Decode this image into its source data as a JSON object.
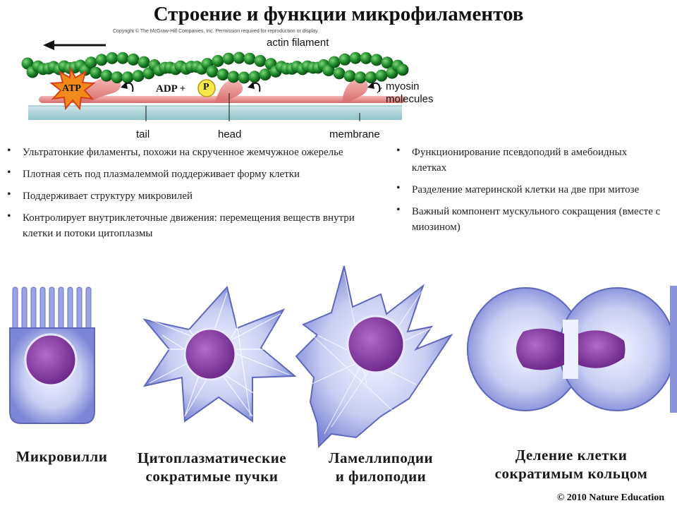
{
  "title": "Строение и функции микрофиламентов",
  "copyright": "Copyright © The McGraw-Hill Companies, Inc. Permission required for reproduction or display.",
  "diagram": {
    "actin_filament": "actin filament",
    "myosin": "myosin",
    "molecules": "molecules",
    "atp": "ATP",
    "adp": "ADP +",
    "p": "P",
    "tail": "tail",
    "head": "head",
    "membrane": "membrane"
  },
  "bullets_left": [
    "Ультратонкие филаменты, похожи на  скрученное жемчужное ожерелье",
    "Плотная сеть под плазмалеммой поддерживает форму клетки",
    "Поддерживает структуру микровилей",
    "Контролирует внутриклеточные движения: перемещения веществ внутри клетки и потоки цитоплазмы"
  ],
  "bullets_right": [
    "Функционирование псевдоподий в амебоидных клетках",
    "Разделение материнской клетки на две при митозе",
    "Важный компонент мускульного сокращения (вместе с миозином)"
  ],
  "captions": {
    "c1": "Микровилли",
    "c2a": "Цитоплазматические",
    "c2b": "сократимые пучки",
    "c3a": "Ламеллиподии",
    "c3b": "и филоподии",
    "c4a": "Деление клетки",
    "c4b": "сократимым кольцом"
  },
  "credit": "© 2010 Nature Education"
}
